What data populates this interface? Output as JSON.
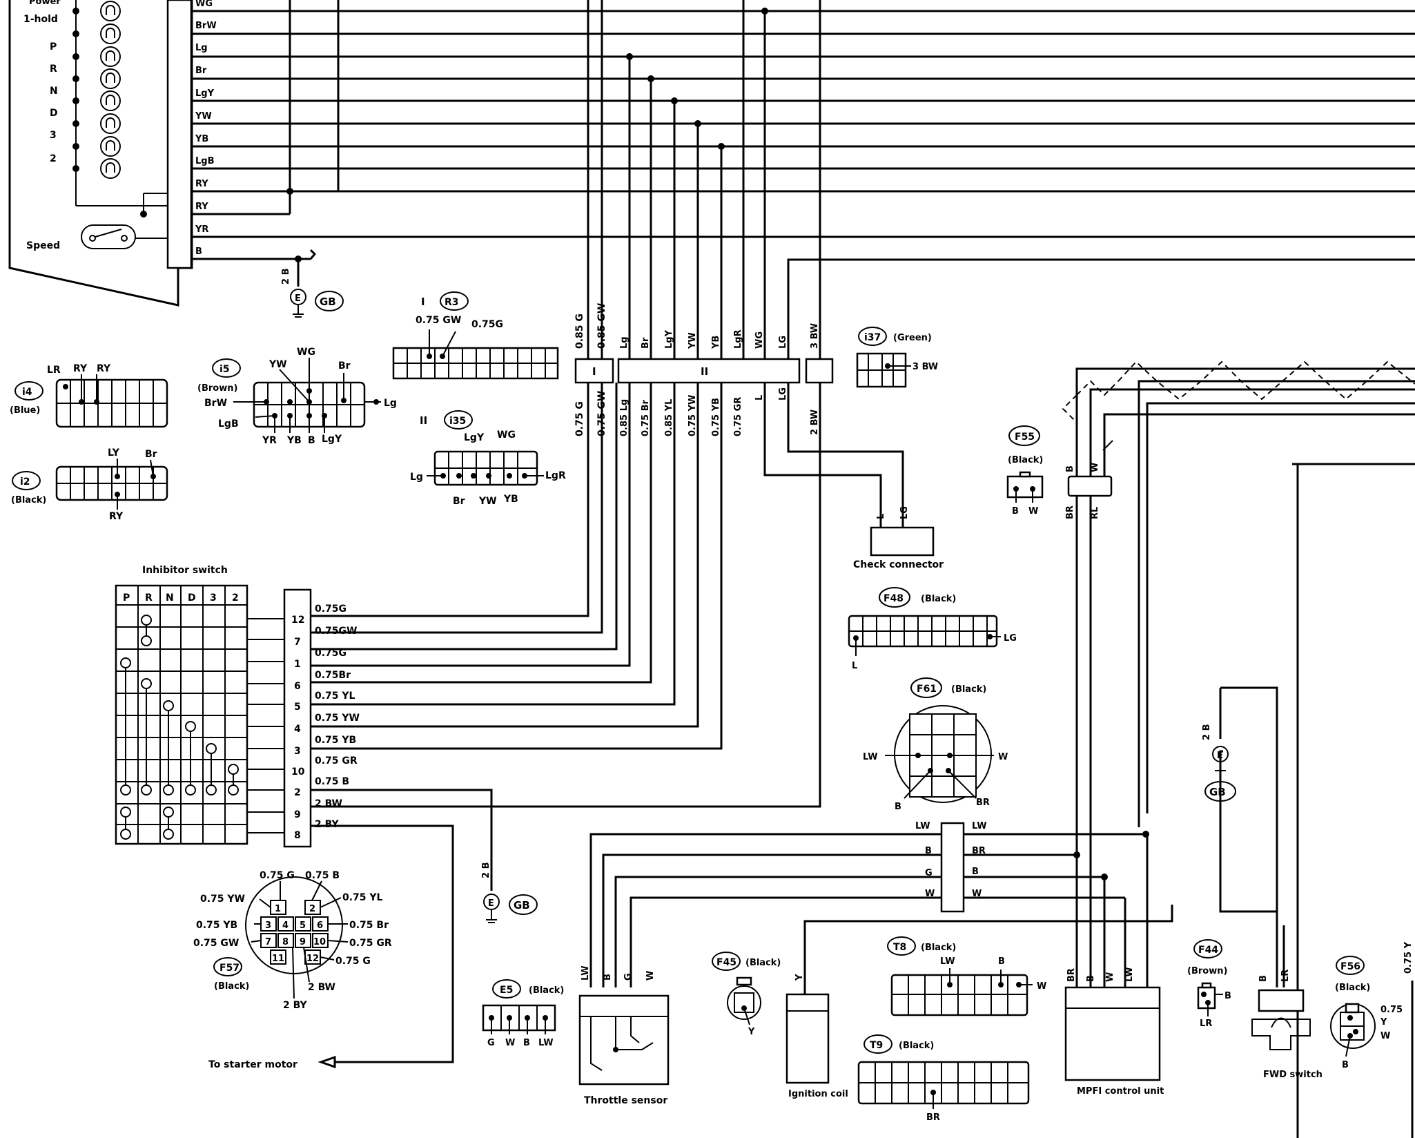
{
  "left_panel": {
    "positions": [
      "Power",
      "1-hold",
      "P",
      "R",
      "N",
      "D",
      "3",
      "2"
    ],
    "speed_label": "Speed",
    "wire_colors": [
      "WG",
      "BrW",
      "Lg",
      "Br",
      "LgY",
      "YW",
      "YB",
      "LgB",
      "RY",
      "RY",
      "YR",
      "B"
    ]
  },
  "grounds": {
    "e": "E",
    "gb": "GB",
    "wire_2b": "2 B"
  },
  "connector_r3": {
    "roman": "I",
    "id": "R3",
    "pin_labels": [
      "0.75 GW",
      "0.75G"
    ]
  },
  "connector_i35": {
    "roman": "II",
    "id": "i35",
    "pin_labels": [
      "LgY",
      "WG",
      "Lg",
      "LgR",
      "Br",
      "YW",
      "YB"
    ]
  },
  "connector_i4": {
    "id": "i4",
    "color": "(Blue)",
    "pin_labels": [
      "LR",
      "RY",
      "RY"
    ]
  },
  "connector_i5": {
    "id": "i5",
    "color": "(Brown)",
    "pin_labels": [
      "YW",
      "WG",
      "Br",
      "BrW",
      "Lg",
      "LgB",
      "YR",
      "YB",
      "B",
      "LgY"
    ]
  },
  "connector_i2": {
    "id": "i2",
    "color": "(Black)",
    "pin_labels": [
      "LY",
      "Br",
      "RY"
    ]
  },
  "junction_i": {
    "roman": "I",
    "top_labels": [
      "0.85 G",
      "0.85 GW"
    ],
    "bottom_labels": [
      "0.75 G",
      "0.75 GW"
    ]
  },
  "junction_ii": {
    "roman": "II",
    "top_labels": [
      "Lg",
      "Br",
      "LgY",
      "YW",
      "YB",
      "LgR",
      "WG",
      "LG",
      "3 BW"
    ],
    "bottom_labels": [
      "0.85 Lg",
      "0.75 Br",
      "0.85 YL",
      "0.75 YW",
      "0.75 YB",
      "0.75 GR",
      "L",
      "LG",
      "2 BW"
    ]
  },
  "connector_i37": {
    "id": "i37",
    "color": "(Green)",
    "pin_labels": [
      "3 BW"
    ]
  },
  "check_connector": {
    "label": "Check connector",
    "pin_labels": [
      "L",
      "LG"
    ]
  },
  "connector_f55": {
    "id": "F55",
    "color": "(Black)",
    "pin_labels": [
      "B",
      "W"
    ]
  },
  "connector_f48": {
    "id": "F48",
    "color": "(Black)",
    "pin_labels": [
      "L",
      "LG"
    ]
  },
  "connector_f61": {
    "id": "F61",
    "color": "(Black)",
    "pin_labels": [
      "LW",
      "W",
      "B",
      "BR"
    ]
  },
  "inhibitor_switch": {
    "title": "Inhibitor switch",
    "columns": [
      "P",
      "R",
      "N",
      "D",
      "3",
      "2"
    ],
    "terminals": [
      "12",
      "7",
      "1",
      "6",
      "5",
      "4",
      "3",
      "10",
      "2",
      "9",
      "8"
    ],
    "wires": [
      "0.75G",
      "0.75GW",
      "0.75G",
      "0.75Br",
      "0.75 YL",
      "0.75 YW",
      "0.75 YB",
      "0.75 GR",
      "0.75 B",
      "2 BW",
      "2 BY"
    ]
  },
  "connector_f57": {
    "id": "F57",
    "color": "(Black)",
    "pins": [
      "1",
      "2",
      "3",
      "4",
      "5",
      "6",
      "7",
      "8",
      "9",
      "10",
      "11",
      "12"
    ],
    "pin_labels": [
      "0.75 G",
      "0.75 B",
      "0.75 YW",
      "0.75 YL",
      "0.75 YB",
      "0.75 Br",
      "0.75 GW",
      "0.75 GR",
      "0.75 G",
      "2 BW",
      "2 BY"
    ]
  },
  "starter_label": "To starter motor",
  "mid_junction": {
    "left_labels": [
      "LW",
      "B",
      "G",
      "W"
    ],
    "right_labels": [
      "LW",
      "BR",
      "B",
      "W"
    ]
  },
  "mpfi_junction": {
    "top_labels": [
      "B",
      "W"
    ],
    "bottom_labels": [
      "BR",
      "RL"
    ]
  },
  "connector_e5": {
    "id": "E5",
    "color": "(Black)",
    "pin_labels": [
      "G",
      "W",
      "B",
      "LW"
    ]
  },
  "throttle_sensor": {
    "label": "Throttle sensor",
    "pin_labels": [
      "LW",
      "B",
      "G",
      "W"
    ]
  },
  "connector_f45": {
    "id": "F45",
    "color": "(Black)",
    "pin_labels": [
      "Y"
    ]
  },
  "ignition_coil": {
    "label": "Ignition coil",
    "pin_labels": [
      "Y"
    ]
  },
  "connector_t8": {
    "id": "T8",
    "color": "(Black)",
    "pin_labels": [
      "LW",
      "B",
      "W"
    ]
  },
  "connector_t9": {
    "id": "T9",
    "color": "(Black)",
    "pin_labels": [
      "BR"
    ]
  },
  "mpfi_unit": {
    "label": "MPFI control unit",
    "pin_labels": [
      "BR",
      "B",
      "W",
      "LW"
    ]
  },
  "connector_f44": {
    "id": "F44",
    "color": "(Brown)",
    "pin_labels": [
      "B",
      "LR"
    ]
  },
  "fwd_switch": {
    "label": "FWD switch",
    "pin_labels": [
      "B",
      "LR"
    ]
  },
  "connector_f56": {
    "id": "F56",
    "color": "(Black)",
    "pin_labels": [
      "0.75",
      "Y",
      "W",
      "B"
    ]
  },
  "edge_label": "0.75 Y"
}
